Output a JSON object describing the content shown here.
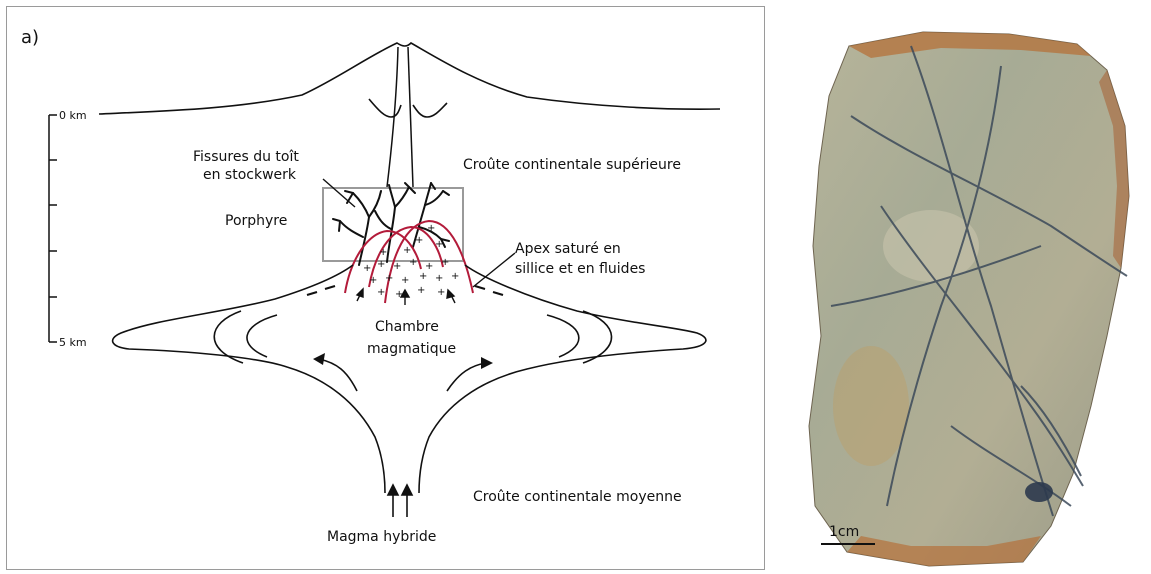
{
  "figure": {
    "panel_label": "a)",
    "scale_labels": {
      "top": "0 km",
      "bottom": "5 km"
    },
    "labels": {
      "fissures_line1": "Fissures du toît",
      "fissures_line2": "en stockwerk",
      "porphyre": "Porphyre",
      "croute_sup": "Croûte continentale supérieure",
      "apex_line1": "Apex saturé en",
      "apex_line2": "sillice et en fluides",
      "chambre_line1": "Chambre",
      "chambre_line2": "magmatique",
      "croute_moy": "Croûte continentale moyenne",
      "magma": "Magma hybride"
    },
    "colors": {
      "ink": "#111111",
      "magma_red": "#b31b3a",
      "box_grey": "#9a9a9a"
    }
  },
  "photo": {
    "scale_bar_label": "1cm",
    "colors": {
      "rock_base": "#a9a893",
      "rust": "#b5713a",
      "vein": "#3c4a5a",
      "background": "#ffffff"
    }
  }
}
